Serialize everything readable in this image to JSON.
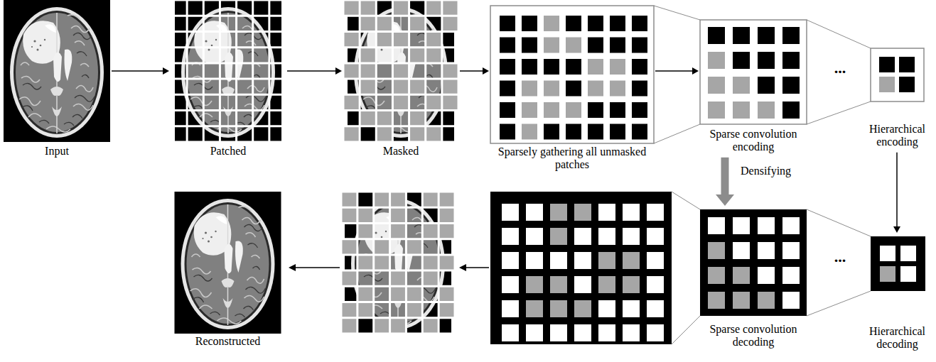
{
  "diagram": {
    "nodes": [
      {
        "text": [
          "Input"
        ]
      },
      {
        "text": [
          "Patched"
        ]
      },
      {
        "text": [
          "Masked"
        ]
      },
      {
        "text": [
          "Sparsely gathering all unmasked patches"
        ]
      },
      {
        "text": [
          "Sparse convolution encoding"
        ]
      },
      {
        "text": [
          "Hierarchical encoding"
        ]
      },
      {
        "text": [
          "Reconstructed"
        ]
      },
      {
        "text": [
          "Sparse convolution decoding"
        ]
      },
      {
        "text": [
          "Hierarchical decoding"
        ]
      }
    ],
    "edges": [
      {
        "from": 0,
        "to": 1,
        "arrow": "to"
      },
      {
        "from": 1,
        "to": 2,
        "arrow": "to"
      },
      {
        "from": 2,
        "to": 3,
        "arrow": "to"
      },
      {
        "from": 3,
        "to": 4,
        "arrow": "to"
      },
      {
        "from": 4,
        "to": 7,
        "label": "Densifying",
        "arrow": "to"
      },
      {
        "from": 5,
        "to": 8,
        "arrow": "to"
      }
    ],
    "labels": [
      "...",
      "..."
    ]
  }
}
